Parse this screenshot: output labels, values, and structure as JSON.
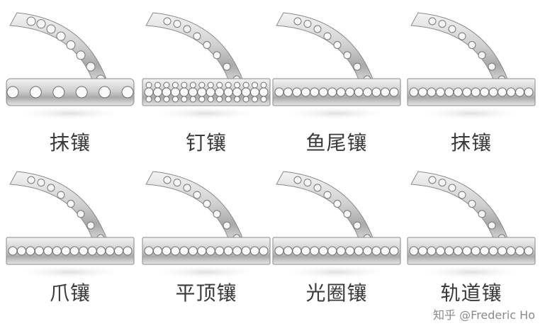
{
  "settings": [
    {
      "id": "bezel_gem_row",
      "label": "抹镶"
    },
    {
      "id": "pave",
      "label": "钉镶"
    },
    {
      "id": "fishtail",
      "label": "鱼尾镶"
    },
    {
      "id": "bezel_flush",
      "label": "抹镶"
    },
    {
      "id": "prong",
      "label": "爪镶"
    },
    {
      "id": "flat_top",
      "label": "平顶镶"
    },
    {
      "id": "halo",
      "label": "光圈镶"
    },
    {
      "id": "channel",
      "label": "轨道镶"
    }
  ],
  "watermark": "知乎 @Frederic Ho",
  "colors": {
    "metal_light": "#f2f2f2",
    "metal_mid": "#c8c8c8",
    "metal_dark": "#8a8a8a",
    "caption": "#3a3a3a"
  }
}
